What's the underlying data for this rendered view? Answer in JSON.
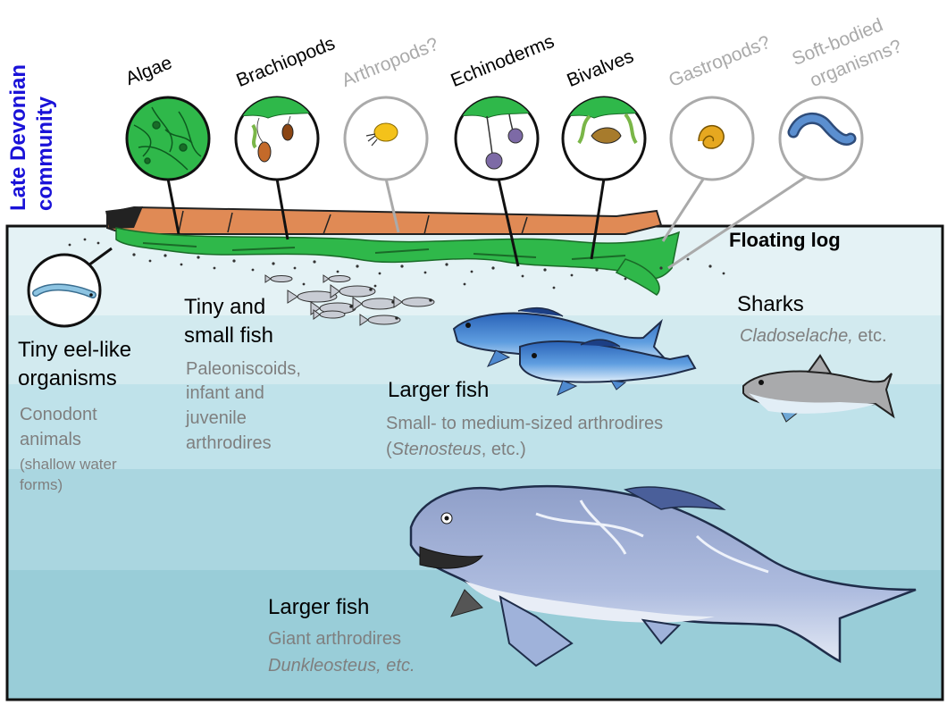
{
  "title": "Late Devonian community",
  "log_label": "Floating log",
  "colors": {
    "title": "#1a12d8",
    "label_black": "#000000",
    "label_gray": "#7f7f7f",
    "water_layers": [
      "#e4f2f5",
      "#d2eaef",
      "#bfe2ea",
      "#aad6e0",
      "#99cdd8"
    ],
    "algae": "#2fb84a",
    "log": "#e08a55"
  },
  "organisms": [
    {
      "label": "Algae",
      "tentative": false,
      "icon": "algae-icon"
    },
    {
      "label": "Brachiopods",
      "tentative": false,
      "icon": "brachiopod-icon"
    },
    {
      "label": "Arthropods?",
      "tentative": true,
      "icon": "arthropod-icon"
    },
    {
      "label": "Echinoderms",
      "tentative": false,
      "icon": "echinoderm-icon"
    },
    {
      "label": "Bivalves",
      "tentative": false,
      "icon": "bivalve-icon"
    },
    {
      "label": "Gastropods?",
      "tentative": true,
      "icon": "gastropod-icon"
    },
    {
      "label_line1": "Soft-bodied",
      "label_line2": "organisms?",
      "tentative": true,
      "icon": "worm-icon"
    }
  ],
  "groups": {
    "eel": {
      "heading_line1": "Tiny eel-like",
      "heading_line2": "organisms",
      "desc_line1": "Conodont",
      "desc_line2": "animals",
      "note_line1": "(shallow water",
      "note_line2": "forms)"
    },
    "small_fish": {
      "heading_line1": "Tiny and",
      "heading_line2": "small fish",
      "desc_line1": "Paleoniscoids,",
      "desc_line2": "infant and",
      "desc_line3": "juvenile",
      "desc_line4": "arthrodires"
    },
    "larger_fish_mid": {
      "heading": "Larger fish",
      "desc_line1": "Small- to medium-sized arthrodires",
      "desc_paren_open": "(",
      "desc_genus": "Stenosteus",
      "desc_rest": ", etc.)"
    },
    "sharks": {
      "heading": "Sharks",
      "desc_genus": "Cladoselache,",
      "desc_rest": " etc."
    },
    "larger_fish_deep": {
      "heading": "Larger fish",
      "desc_line1": "Giant arthrodires",
      "desc_line2": "Dunkleosteus, etc."
    }
  }
}
